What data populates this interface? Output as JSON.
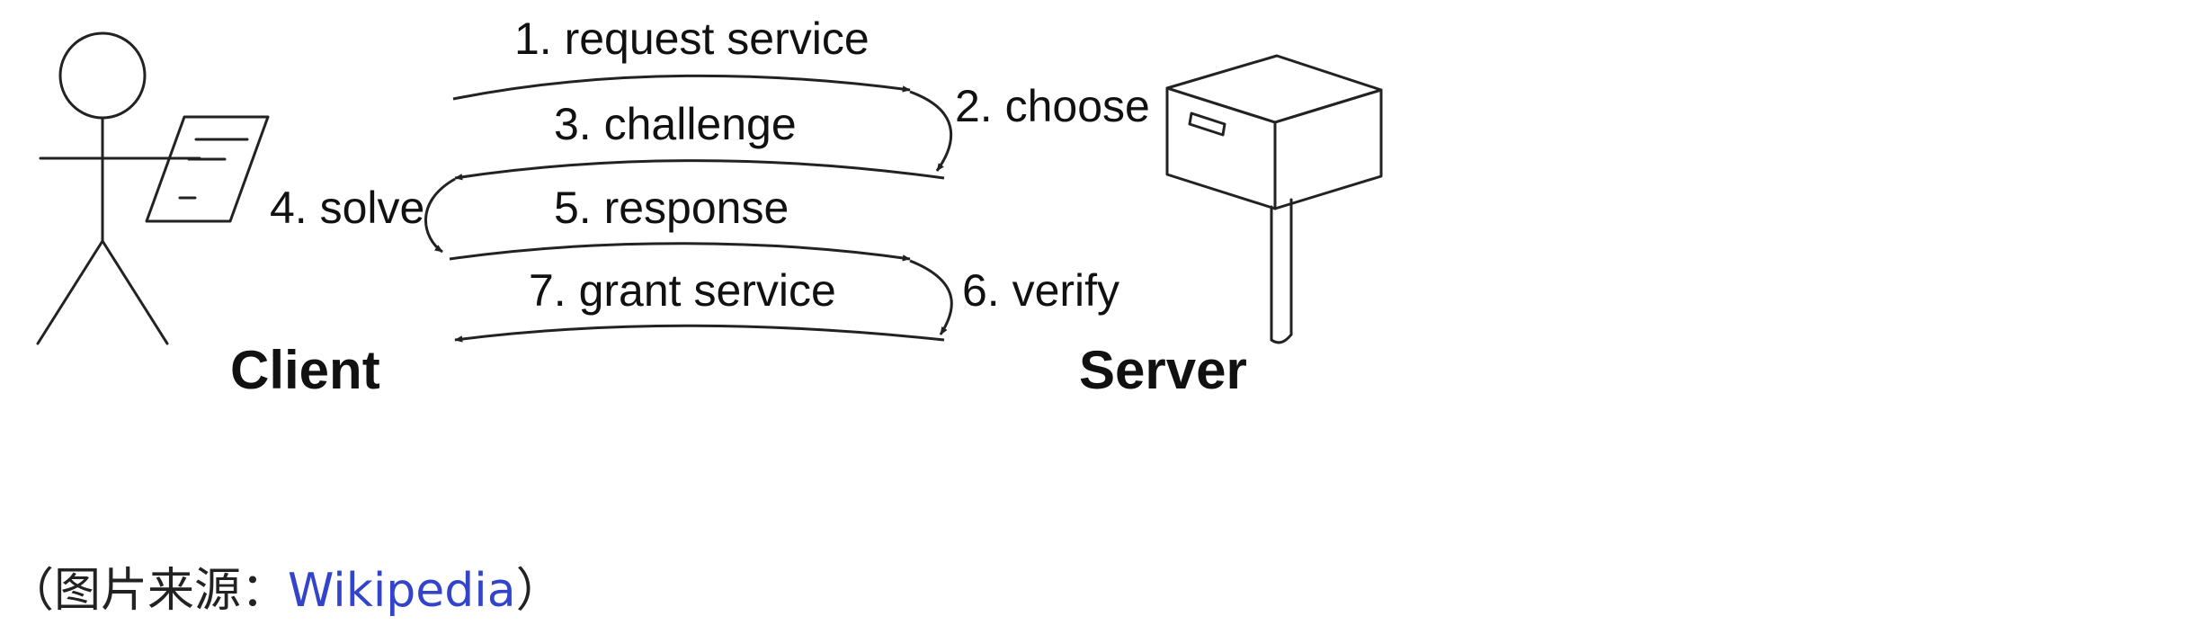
{
  "diagram": {
    "steps": [
      {
        "id": "request",
        "label": "1. request service"
      },
      {
        "id": "choose",
        "label": "2. choose"
      },
      {
        "id": "challenge",
        "label": "3. challenge"
      },
      {
        "id": "solve",
        "label": "4. solve"
      },
      {
        "id": "response",
        "label": "5. response"
      },
      {
        "id": "verify",
        "label": "6. verify"
      },
      {
        "id": "grant",
        "label": "7. grant service"
      }
    ],
    "client_label": "Client",
    "server_label": "Server"
  },
  "caption": {
    "prefix": "（图片来源：",
    "link_text": "Wikipedia",
    "suffix": "）"
  }
}
